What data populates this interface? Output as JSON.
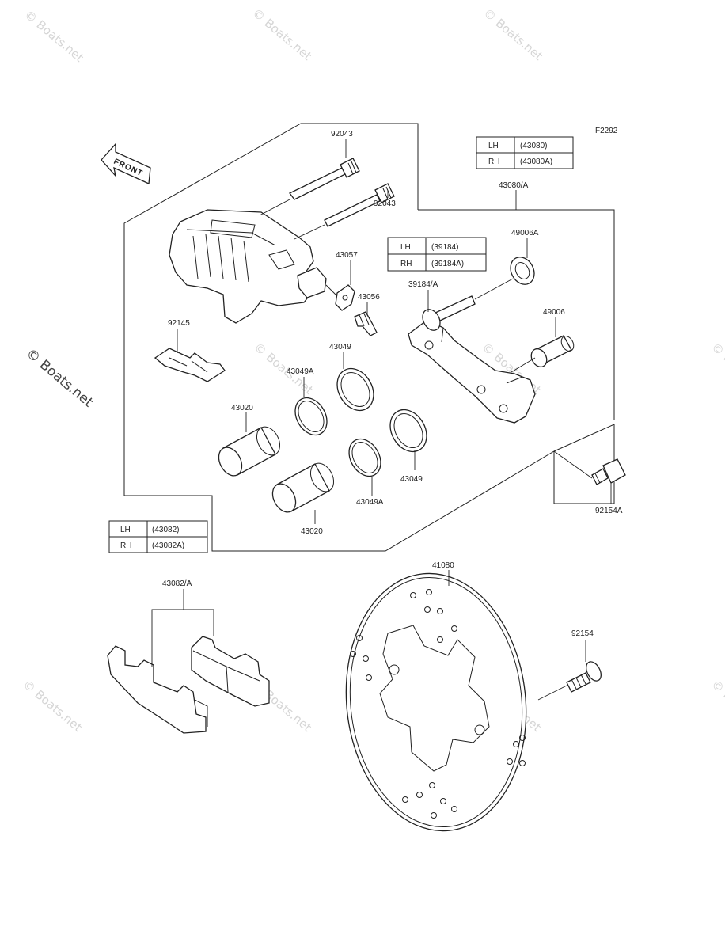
{
  "figure_code": "F2292",
  "front_label": "FRONT",
  "watermark": "© Boats.net",
  "tables": {
    "bracket": {
      "lh_label": "LH",
      "lh_value": "(43080)",
      "rh_label": "RH",
      "rh_value": "(43080A)"
    },
    "pin": {
      "lh_label": "LH",
      "lh_value": "(39184)",
      "rh_label": "RH",
      "rh_value": "(39184A)"
    },
    "pads": {
      "lh_label": "LH",
      "lh_value": "(43082)",
      "rh_label": "RH",
      "rh_value": "(43082A)"
    }
  },
  "labels": {
    "p92043_top": "92043",
    "p92043_mid": "92043",
    "p43057": "43057",
    "p43056": "43056",
    "p92145": "92145",
    "p43049_top": "43049",
    "p43049A_top": "43049A",
    "p43020_left": "43020",
    "p43049_right": "43049",
    "p43049A_bottom": "43049A",
    "p43020_bottom": "43020",
    "p43080A": "43080/A",
    "p49006A": "49006A",
    "p39184A": "39184/A",
    "p49006": "49006",
    "p92154A": "92154A",
    "p43082A": "43082/A",
    "p41080": "41080",
    "p92154": "92154"
  }
}
